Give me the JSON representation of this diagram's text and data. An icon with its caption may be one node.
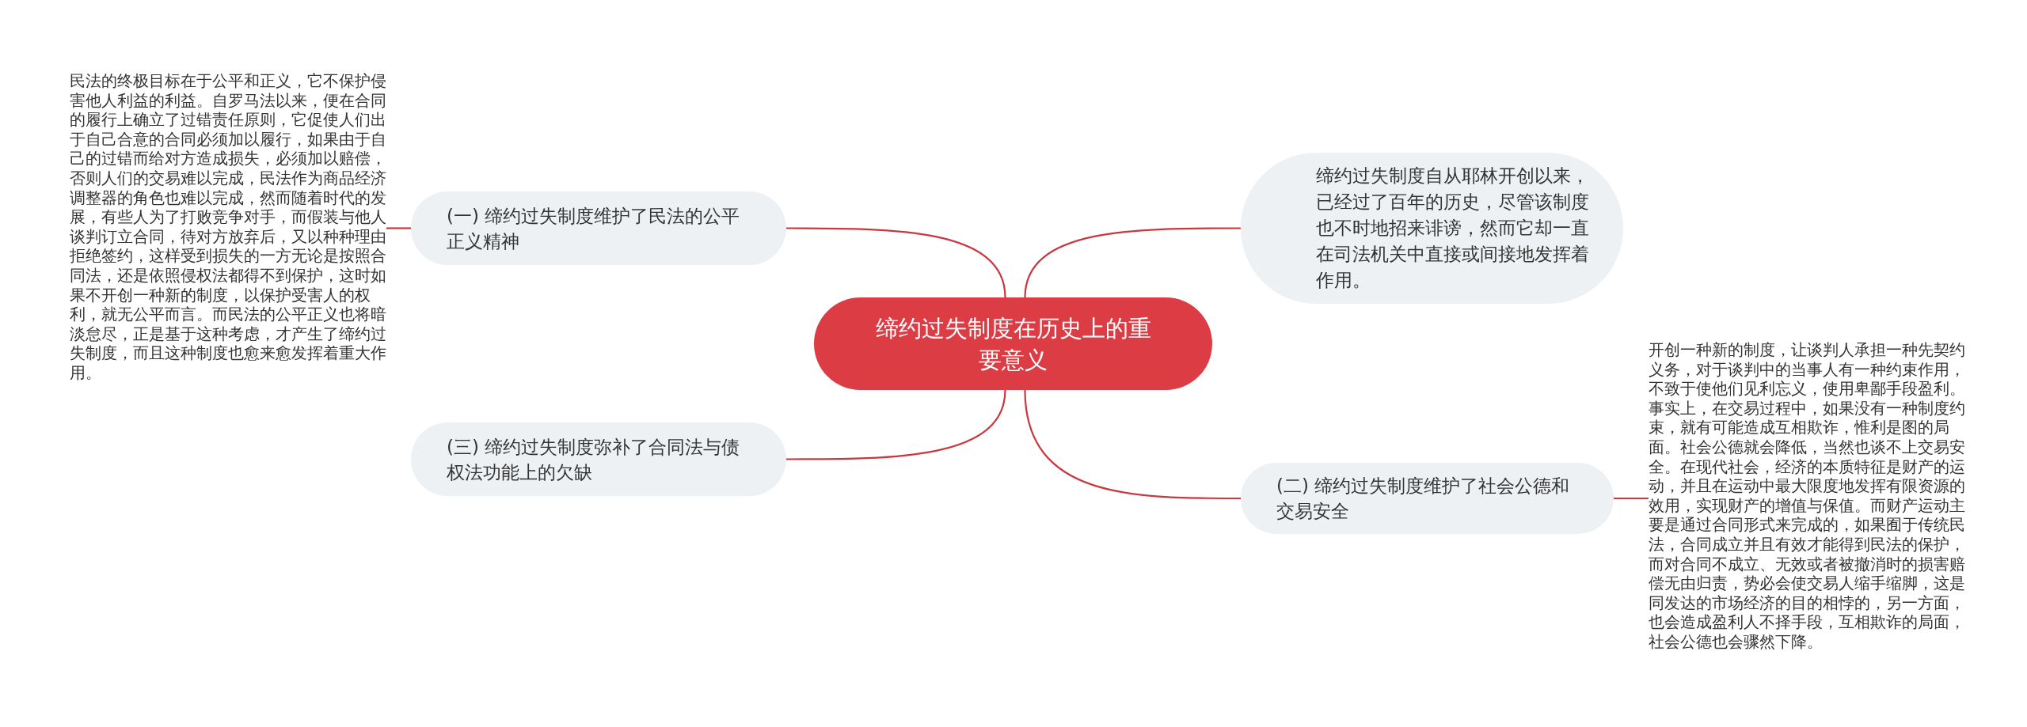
{
  "diagram": {
    "nodes": [
      {
        "text": [
          "缔约过失制度在历史上的重要意义"
        ]
      },
      {
        "text": [
          "(一) 缔约过失制度维护了民法的公平正义精神"
        ]
      },
      {
        "text": [
          "民法的终极目标在于公平和正义，它不保护侵害他人利益的利益。自罗马法以来，便在合同的履行上确立了过错责任原则，它促使人们出于自己合意的合同必须加以履行，如果由于自己的过错而给对方造成损失，必须加以赔偿，否则人们的交易难以完成，民法作为商品经济调整器的角色也难以完成，然而随着时代的发展，有些人为了打败竞争对手，而假装与他人谈判订立合同，待对方放弃后，又以种种理由拒绝签约，这样受到损失的一方无论是按照合同法，还是依照侵权法都得不到保护，这时如果不开创一种新的制度，以保护受害人的权利，就无公平而言。而民法的公平正义也将暗淡怠尽，正是基于这种考虑，才产生了缔约过失制度，而且这种制度也愈来愈发挥着重大作用。"
        ]
      },
      {
        "text": [
          "(三) 缔约过失制度弥补了合同法与债权法功能上的欠缺"
        ]
      },
      {
        "text": [
          "缔约过失制度自从耶林开创以来，已经过了百年的历史，尽管该制度也不时地招来诽谤，然而它却一直在司法机关中直接或间接地发挥着作用。"
        ]
      },
      {
        "text": [
          "(二) 缔约过失制度维护了社会公德和交易安全"
        ]
      },
      {
        "text": [
          "开创一种新的制度，让谈判人承担一种先契约义务，对于谈判中的当事人有一种约束作用，不致于使他们见利忘义，使用卑鄙手段盈利。事实上，在交易过程中，如果没有一种制度约束，就有可能造成互相欺诈，惟利是图的局面。社会公德就会降低，当然也谈不上交易安全。在现代社会，经济的本质特征是财产的运动，并且在运动中最大限度地发挥有限资源的效用，实现财产的增值与保值。而财产运动主要是通过合同形式来完成的，如果囿于传统民法，合同成立并且有效才能得到民法的保护，而对合同不成立、无效或者被撤消时的损害赔偿无由归责，势必会使交易人缩手缩脚，这是同发达的市场经济的目的相悖的，另一方面，也会造成盈利人不择手段，互相欺诈的局面，社会公德也会骤然下降。"
        ]
      }
    ],
    "edges": [
      {
        "from": 0,
        "to": 1,
        "arrow": "none"
      },
      {
        "from": 1,
        "to": 2,
        "arrow": "none"
      },
      {
        "from": 0,
        "to": 3,
        "arrow": "none"
      },
      {
        "from": 0,
        "to": 4,
        "arrow": "none"
      },
      {
        "from": 0,
        "to": 5,
        "arrow": "none"
      },
      {
        "from": 5,
        "to": 6,
        "arrow": "none"
      }
    ]
  }
}
